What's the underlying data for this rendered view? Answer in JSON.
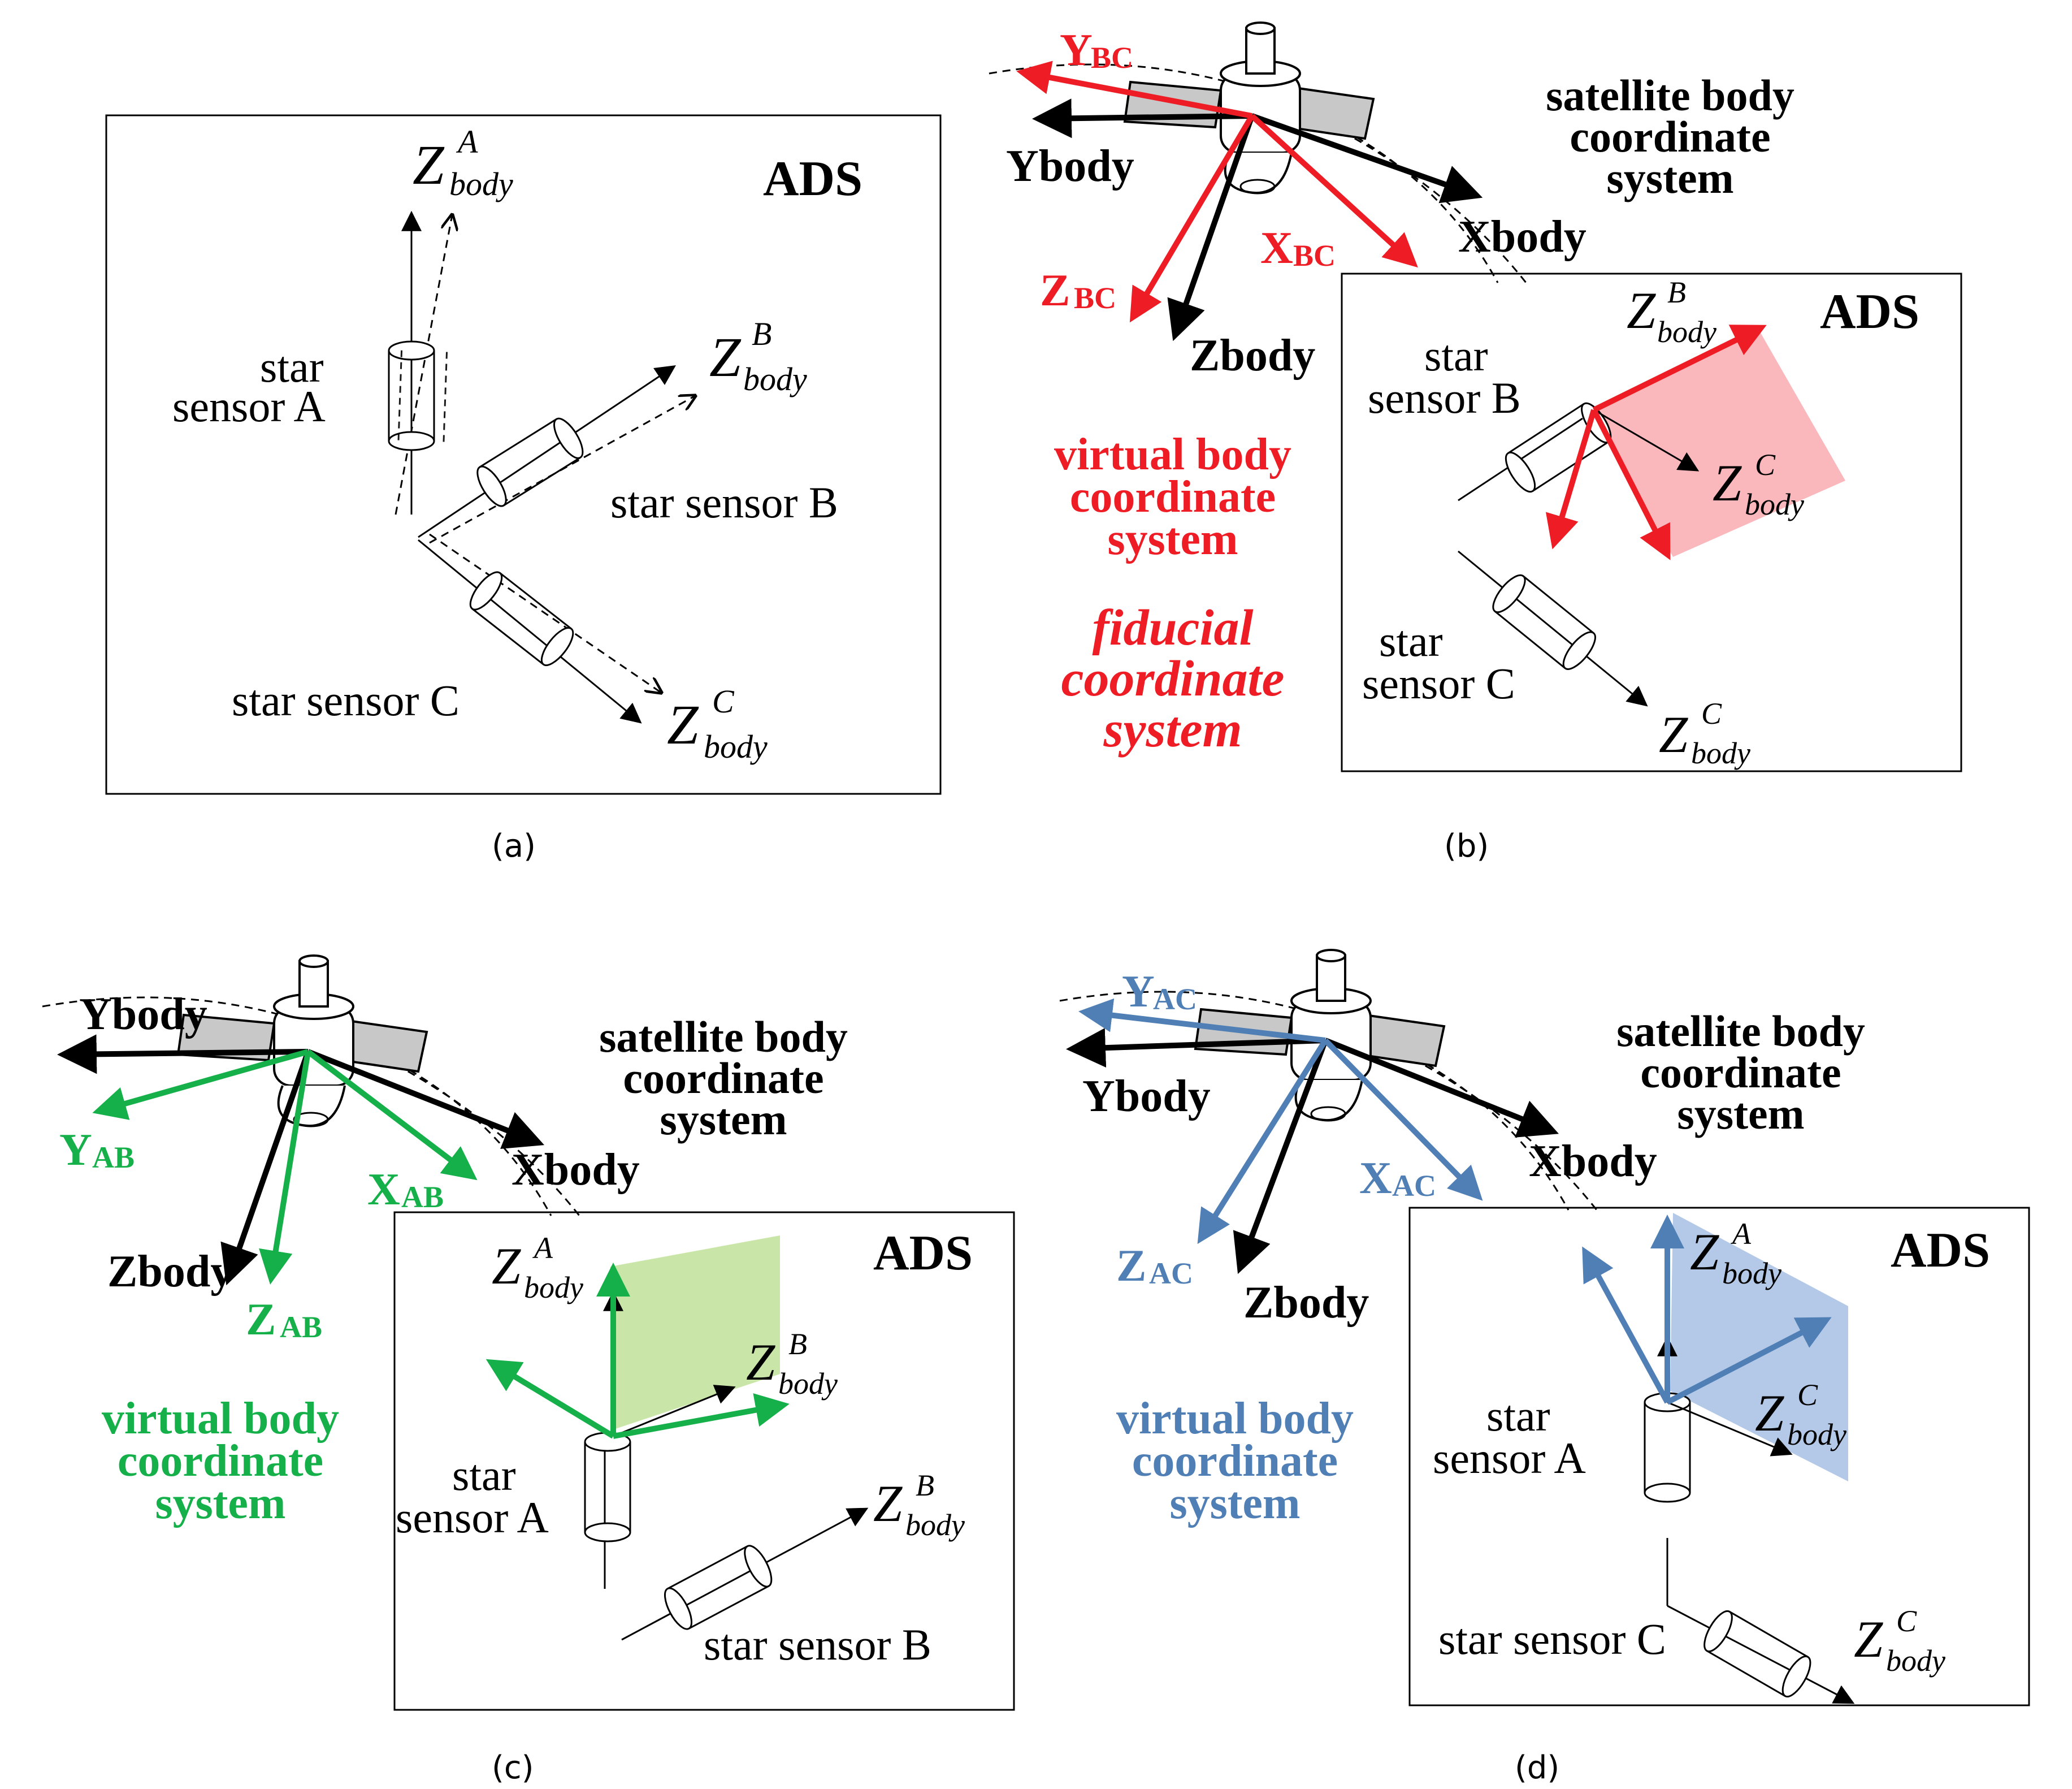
{
  "panel_a": {
    "ads": "ADS",
    "sensor_a": [
      "star",
      "sensor A"
    ],
    "sensor_b": "star sensor B",
    "sensor_c": "star sensor C",
    "z_a": {
      "main": "Z",
      "sup": "A",
      "sub": "body"
    },
    "z_b": {
      "main": "Z",
      "sup": "B",
      "sub": "body"
    },
    "z_c": {
      "main": "Z",
      "sup": "C",
      "sub": "body"
    },
    "caption": "(a)"
  },
  "panel_b": {
    "ads": "ADS",
    "sat_title": [
      "satellite body",
      "coordinate",
      "system"
    ],
    "ybody": "Ybody",
    "xbody": "Xbody",
    "zbody": "Zbody",
    "y_bc": {
      "main": "Y",
      "sub": "BC"
    },
    "x_bc": {
      "main": "X",
      "sub": "BC"
    },
    "z_bc": {
      "main": "Z",
      "sub": "BC"
    },
    "virtual": [
      "virtual body",
      "coordinate",
      "system"
    ],
    "fiducial": [
      "fiducial",
      "coordinate",
      "system"
    ],
    "sensor_b": [
      "star",
      "sensor B"
    ],
    "sensor_c": [
      "star",
      "sensor C"
    ],
    "z_b": {
      "main": "Z",
      "sup": "B",
      "sub": "body"
    },
    "z_c1": {
      "main": "Z",
      "sup": "C",
      "sub": "body"
    },
    "z_c2": {
      "main": "Z",
      "sup": "C",
      "sub": "body"
    },
    "caption": "(b)"
  },
  "panel_c": {
    "ads": "ADS",
    "sat_title": [
      "satellite body",
      "coordinate",
      "system"
    ],
    "ybody": "Ybody",
    "xbody": "Xbody",
    "zbody": "Zbody",
    "y_ab": {
      "main": "Y",
      "sub": "AB"
    },
    "x_ab": {
      "main": "X",
      "sub": "AB"
    },
    "z_ab": {
      "main": "Z",
      "sub": "AB"
    },
    "virtual": [
      "virtual body",
      "coordinate",
      "system"
    ],
    "sensor_a": [
      "star",
      "sensor A"
    ],
    "sensor_b": "star sensor B",
    "z_a": {
      "main": "Z",
      "sup": "A",
      "sub": "body"
    },
    "z_b1": {
      "main": "Z",
      "sup": "B",
      "sub": "body"
    },
    "z_b2": {
      "main": "Z",
      "sup": "B",
      "sub": "body"
    },
    "caption": "(c)"
  },
  "panel_d": {
    "ads": "ADS",
    "sat_title": [
      "satellite body",
      "coordinate",
      "system"
    ],
    "ybody": "Ybody",
    "xbody": "Xbody",
    "zbody": "Zbody",
    "y_ac": {
      "main": "Y",
      "sub": "AC"
    },
    "x_ac": {
      "main": "X",
      "sub": "AC"
    },
    "z_ac": {
      "main": "Z",
      "sub": "AC"
    },
    "virtual": [
      "virtual body",
      "coordinate",
      "system"
    ],
    "sensor_a": [
      "star",
      "sensor A"
    ],
    "sensor_c": "star sensor C",
    "z_a": {
      "main": "Z",
      "sup": "A",
      "sub": "body"
    },
    "z_c1": {
      "main": "Z",
      "sup": "C",
      "sub": "body"
    },
    "z_c2": {
      "main": "Z",
      "sup": "C",
      "sub": "body"
    },
    "caption": "(d)"
  },
  "colors": {
    "red": "#ee1c24",
    "red_plane": "#fbb8bc",
    "green": "#15b04a",
    "green_plane": "#c9e6a8",
    "blue": "#4f7fb5",
    "blue_plane": "#b4c9e8",
    "black": "#000000",
    "panel_gray": "#c8c8c8"
  }
}
